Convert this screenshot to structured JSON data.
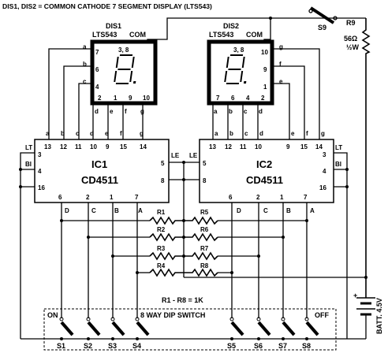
{
  "header": "DIS1, DIS2 = COMMON CATHODE 7 SEGMENT DISPLAY (LTS543)",
  "dis1": {
    "name": "DIS1",
    "part": "LTS543",
    "com": "COM",
    "top_pins": "3, 8",
    "left_pins": [
      "7",
      "6",
      "4"
    ],
    "left_labels": [
      "a",
      "b",
      "c"
    ],
    "bottom_pins": [
      "2",
      "1",
      "9",
      "10"
    ],
    "bottom_labels": [
      "d",
      "e",
      "f",
      "g"
    ]
  },
  "dis2": {
    "name": "DIS2",
    "part": "LTS543",
    "com": "COM",
    "top_pins": "3, 8",
    "right_pins": [
      "10",
      "9",
      "1"
    ],
    "right_labels": [
      "g",
      "f",
      "e"
    ],
    "bottom_pins": [
      "7",
      "6",
      "4",
      "2"
    ],
    "bottom_labels": [
      "a",
      "b",
      "c",
      "d"
    ]
  },
  "ic1": {
    "name": "IC1",
    "part": "CD4511",
    "top_pins": [
      "13",
      "12",
      "11",
      "10",
      "9",
      "15",
      "14"
    ],
    "top_labels": [
      "a",
      "b",
      "c",
      "d",
      "e",
      "f",
      "g"
    ],
    "left_pins": [
      "3",
      "4",
      "16"
    ],
    "left_labels": [
      "LT",
      "BI"
    ],
    "right_pins": [
      "5",
      "8"
    ],
    "right_label": "LE",
    "bottom_pins": [
      "6",
      "2",
      "1",
      "7"
    ],
    "bottom_labels": [
      "D",
      "C",
      "B",
      "A"
    ]
  },
  "ic2": {
    "name": "IC2",
    "part": "CD4511",
    "top_pins": [
      "13",
      "12",
      "11",
      "10",
      "9",
      "15",
      "14"
    ],
    "top_labels": [
      "a",
      "b",
      "c",
      "d",
      "e",
      "f",
      "g"
    ],
    "right_pins": [
      "3",
      "4",
      "16"
    ],
    "right_labels": [
      "LT",
      "BI"
    ],
    "left_pins": [
      "5",
      "8"
    ],
    "left_label": "LE",
    "bottom_pins": [
      "6",
      "2",
      "1",
      "7"
    ],
    "bottom_labels": [
      "D",
      "C",
      "B",
      "A"
    ]
  },
  "resistors": [
    "R1",
    "R2",
    "R3",
    "R4",
    "R5",
    "R6",
    "R7",
    "R8"
  ],
  "resistor_note": "R1 - R8 = 1K",
  "switch_s9": "S9",
  "r9": {
    "name": "R9",
    "value": "56Ω",
    "power": "½W"
  },
  "battery": "BATT. 4.5V",
  "battery_plus": "+",
  "dip": {
    "title": "8 WAY DIP SWITCH",
    "on": "ON",
    "off": "OFF",
    "switches": [
      "S1",
      "S2",
      "S3",
      "S4",
      "S5",
      "S6",
      "S7",
      "S8"
    ]
  }
}
